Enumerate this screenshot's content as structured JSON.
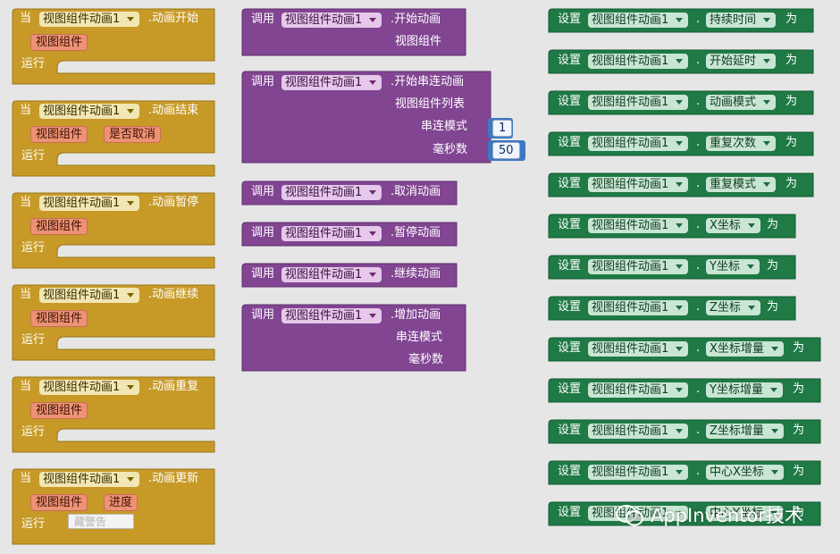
{
  "colors": {
    "event": "#c79a27",
    "method": "#814592",
    "setter": "#1f7a45",
    "param": "#ee9275",
    "number": "#3e77c4"
  },
  "events": [
    {
      "when": "当",
      "component": "视图组件动画1",
      "event": ".动画开始",
      "params": [
        "视图组件"
      ],
      "do": "运行"
    },
    {
      "when": "当",
      "component": "视图组件动画1",
      "event": ".动画结束",
      "params": [
        "视图组件",
        "是否取消"
      ],
      "do": "运行"
    },
    {
      "when": "当",
      "component": "视图组件动画1",
      "event": ".动画暂停",
      "params": [
        "视图组件"
      ],
      "do": "运行"
    },
    {
      "when": "当",
      "component": "视图组件动画1",
      "event": ".动画继续",
      "params": [
        "视图组件"
      ],
      "do": "运行"
    },
    {
      "when": "当",
      "component": "视图组件动画1",
      "event": ".动画重复",
      "params": [
        "视图组件"
      ],
      "do": "运行"
    },
    {
      "when": "当",
      "component": "视图组件动画1",
      "event": ".动画更新",
      "params": [
        "视图组件",
        "进度"
      ],
      "do": "运行",
      "warning": "藏警告"
    }
  ],
  "methods": [
    {
      "call": "调用",
      "component": "视图组件动画1",
      "method": ".开始动画",
      "args": [
        "视图组件"
      ]
    },
    {
      "call": "调用",
      "component": "视图组件动画1",
      "method": ".开始串连动画",
      "args": [
        "视图组件列表",
        "串连模式",
        "毫秒数"
      ],
      "values": {
        "串连模式": "1",
        "毫秒数": "50"
      }
    },
    {
      "call": "调用",
      "component": "视图组件动画1",
      "method": ".取消动画",
      "args": []
    },
    {
      "call": "调用",
      "component": "视图组件动画1",
      "method": ".暂停动画",
      "args": []
    },
    {
      "call": "调用",
      "component": "视图组件动画1",
      "method": ".继续动画",
      "args": []
    },
    {
      "call": "调用",
      "component": "视图组件动画1",
      "method": ".增加动画",
      "args": [
        "串连模式",
        "毫秒数"
      ]
    }
  ],
  "setters": [
    {
      "set": "设置",
      "component": "视图组件动画1",
      "dot": ".",
      "property": "持续时间",
      "to": "为"
    },
    {
      "set": "设置",
      "component": "视图组件动画1",
      "dot": ".",
      "property": "开始延时",
      "to": "为"
    },
    {
      "set": "设置",
      "component": "视图组件动画1",
      "dot": ".",
      "property": "动画模式",
      "to": "为"
    },
    {
      "set": "设置",
      "component": "视图组件动画1",
      "dot": ".",
      "property": "重复次数",
      "to": "为"
    },
    {
      "set": "设置",
      "component": "视图组件动画1",
      "dot": ".",
      "property": "重复模式",
      "to": "为"
    },
    {
      "set": "设置",
      "component": "视图组件动画1",
      "dot": ".",
      "property": "X坐标",
      "to": "为"
    },
    {
      "set": "设置",
      "component": "视图组件动画1",
      "dot": ".",
      "property": "Y坐标",
      "to": "为"
    },
    {
      "set": "设置",
      "component": "视图组件动画1",
      "dot": ".",
      "property": "Z坐标",
      "to": "为"
    },
    {
      "set": "设置",
      "component": "视图组件动画1",
      "dot": ".",
      "property": "X坐标增量",
      "to": "为"
    },
    {
      "set": "设置",
      "component": "视图组件动画1",
      "dot": ".",
      "property": "Y坐标增量",
      "to": "为"
    },
    {
      "set": "设置",
      "component": "视图组件动画1",
      "dot": ".",
      "property": "Z坐标增量",
      "to": "为"
    },
    {
      "set": "设置",
      "component": "视图组件动画1",
      "dot": ".",
      "property": "中心X坐标",
      "to": "为"
    },
    {
      "set": "设置",
      "component": "视图组件动画1",
      "dot": ".",
      "property": "中心Y坐标",
      "to": "为"
    }
  ],
  "watermark": {
    "text": "AppInventor技术",
    "icon": "wechat-icon"
  }
}
